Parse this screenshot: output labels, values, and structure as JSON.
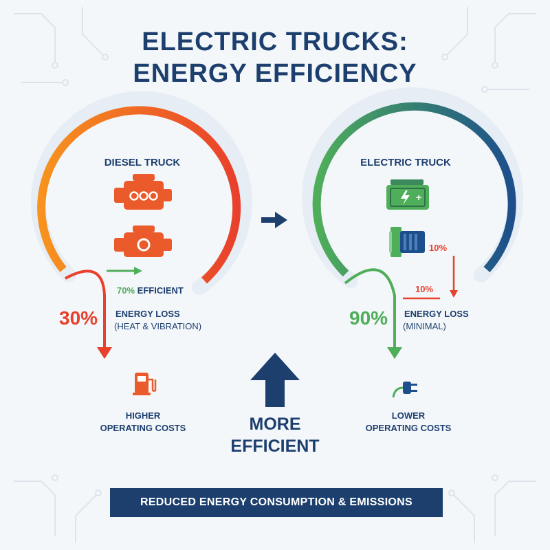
{
  "title": {
    "line1": "ELECTRIC TRUCKS:",
    "line2": "ENERGY EFFICIENCY"
  },
  "diesel": {
    "heading": "DIESEL TRUCK",
    "efficient_pct": "70%",
    "efficient_label": "EFFICIENT",
    "loss_pct": "30%",
    "loss_label_1": "ENERGY LOSS",
    "loss_label_2": "(HEAT & VIBRATION)",
    "cost_1": "HIGHER",
    "cost_2": "OPERATING COSTS",
    "arc_colors": [
      "#f7931e",
      "#e8402c"
    ]
  },
  "electric": {
    "heading": "ELECTRIC TRUCK",
    "efficiency_pct": "90%",
    "loss_a_pct": "10%",
    "loss_b_pct": "10%",
    "loss_label_1": "ENERGY LOSS",
    "loss_label_2": "(MINIMAL)",
    "cost_1": "LOWER",
    "cost_2": "OPERATING COSTS",
    "arc_colors": [
      "#4fae5a",
      "#1d4f8c"
    ]
  },
  "center": {
    "more_1": "MORE",
    "more_2": "EFFICIENT"
  },
  "banner": "REDUCED ENERGY CONSUMPTION & EMISSIONS",
  "icons": [
    "engine-icon",
    "engine-small-icon",
    "battery-icon",
    "electric-motor-icon",
    "fuel-pump-icon",
    "plug-icon",
    "arrow-up-icon",
    "arrow-right-icon"
  ],
  "colors": {
    "navy": "#1d3f6e",
    "red": "#e8402c",
    "orange": "#f7931e",
    "green": "#4fae5a"
  }
}
